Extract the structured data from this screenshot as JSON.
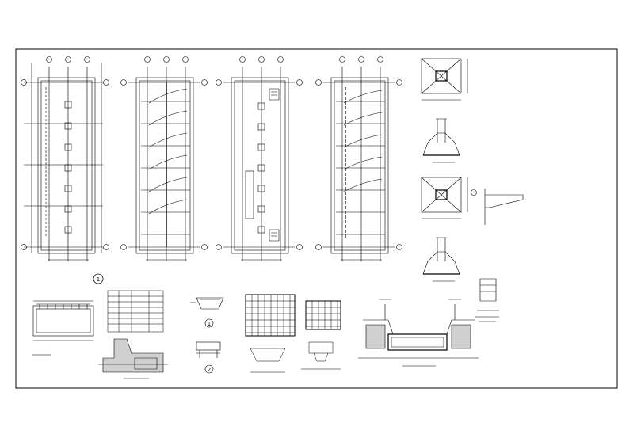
{
  "drawing": {
    "line_color": "#000000",
    "background": "#ffffff",
    "detail_marks": [
      "1",
      "2"
    ],
    "section_mark": "1"
  }
}
